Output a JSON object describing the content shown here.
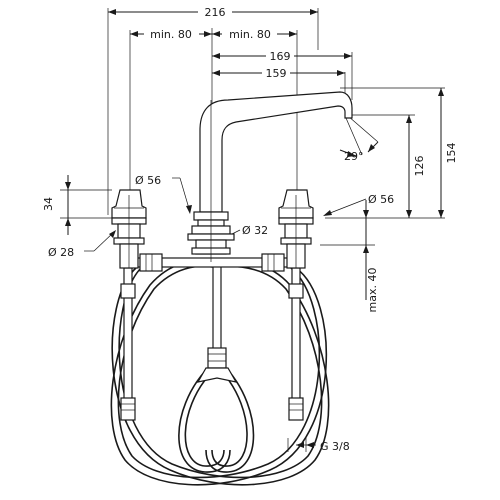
{
  "dimensions": {
    "overall_width": "216",
    "left_spacing": "min. 80",
    "right_spacing": "min. 80",
    "spout_reach_outer": "169",
    "spout_reach_inner": "159",
    "spout_angle": "29°",
    "handle_diameter_left": "Ø 56",
    "handle_diameter_right": "Ø 56",
    "spout_base_diameter": "Ø 32",
    "shank_diameter": "Ø 28",
    "handle_height": "34",
    "spout_height_inner": "126",
    "spout_height_outer": "154",
    "max_depth": "max. 40",
    "connection_thread": "G 3/8"
  }
}
